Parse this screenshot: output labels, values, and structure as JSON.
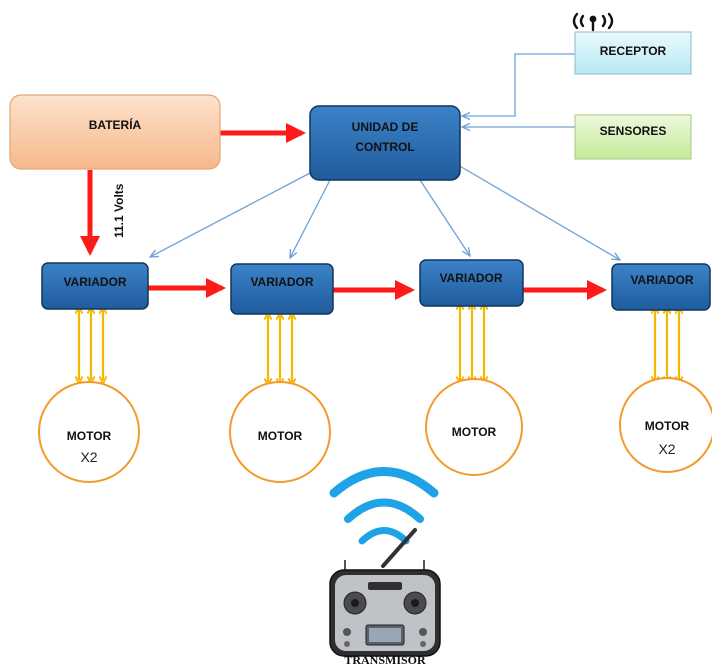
{
  "nodes": {
    "bateria": "BATERÍA",
    "unidad_line1": "UNIDAD DE",
    "unidad_line2": "CONTROL",
    "receptor": "RECEPTOR",
    "sensores": "SENSORES",
    "variador": "VARIADOR",
    "motor": "MOTOR",
    "x2": "X2",
    "transmisor": "TRANSMISOR"
  },
  "labels": {
    "voltage": "11.1 Volts"
  },
  "colors": {
    "power_arrow": "#ff1a1a",
    "signal_arrow": "#6fa1d6",
    "motor_link": "#f5b800",
    "variador_fill": "#2a6fb7",
    "motor_stroke": "#f49a2c",
    "bateria_fill": "#f8c7a1",
    "receptor_fill": "#d6f3fb",
    "sensores_fill": "#d9f2b8",
    "wifi": "#1ea4e6"
  }
}
